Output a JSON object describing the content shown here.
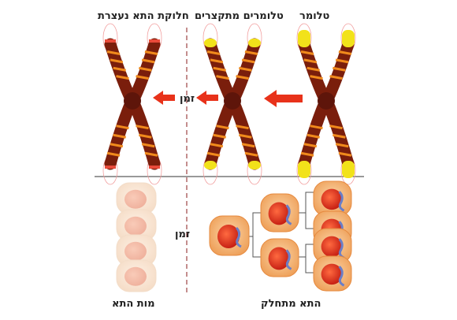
{
  "labels": {
    "telomere": "טלומר",
    "shortening_telomeres": "טלומרים מתקצרים",
    "cell_division_stops": "חלוקת התא נעצרת",
    "time_top": "זמן",
    "time_bottom": "זמן",
    "cell_divides": "התא מתחלק",
    "cell_death": "מות התא"
  },
  "colors": {
    "chromosome_dark": "#7a1e0c",
    "chromosome_band": "#f08a1c",
    "telomere": "#f2e21a",
    "arrow": "#e8321a",
    "cell_fill": "#f6b778",
    "nucleus": "#e02a18",
    "divider": "#8a1c1c"
  }
}
